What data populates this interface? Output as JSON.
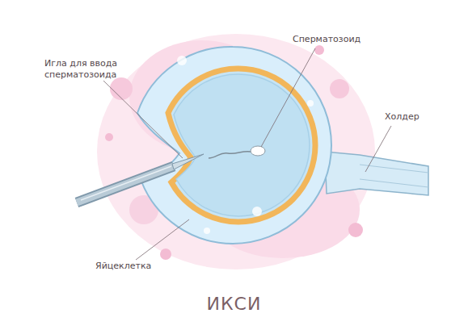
{
  "diagram": {
    "caption": "ИКСИ",
    "labels": [
      "Игла для ввода сперматозоида",
      "Сперматозоид",
      "Холдер",
      "Яйцеклетка"
    ]
  }
}
